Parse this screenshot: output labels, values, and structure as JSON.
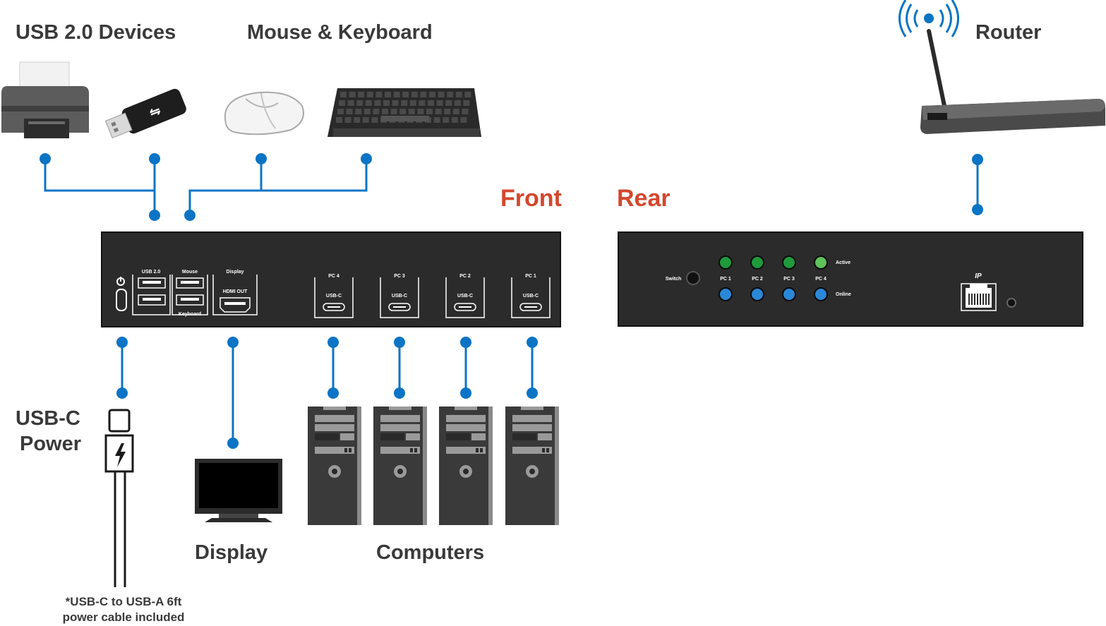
{
  "labels": {
    "usb_devices": "USB 2.0 Devices",
    "mouse_keyboard": "Mouse & Keyboard",
    "router": "Router",
    "front": "Front",
    "rear": "Rear",
    "usbc_power_line1": "USB-C",
    "usbc_power_line2": "Power",
    "display": "Display",
    "computers": "Computers",
    "note_line1": "*USB-C to USB-A 6ft",
    "note_line2": "power cable included"
  },
  "front_panel": {
    "usb20": "USB 2.0",
    "mouse": "Mouse",
    "keyboard": "Keyboard",
    "display": "Display",
    "hdmi_out": "HDMI OUT",
    "ports": [
      {
        "name": "PC 4",
        "type": "USB-C"
      },
      {
        "name": "PC 3",
        "type": "USB-C"
      },
      {
        "name": "PC 2",
        "type": "USB-C"
      },
      {
        "name": "PC 1",
        "type": "USB-C"
      }
    ]
  },
  "rear_panel": {
    "switch": "Switch",
    "pcs": [
      "PC 1",
      "PC 2",
      "PC 3",
      "PC 4"
    ],
    "active": "Active",
    "online": "Online",
    "ip": "IP"
  },
  "colors": {
    "connector": "#0b74c4",
    "panel": "#2b2b2b",
    "accent": "#d4472d",
    "text": "#3a3a3a",
    "led_green": "#1f9a3c",
    "led_blue": "#2a88d8"
  }
}
